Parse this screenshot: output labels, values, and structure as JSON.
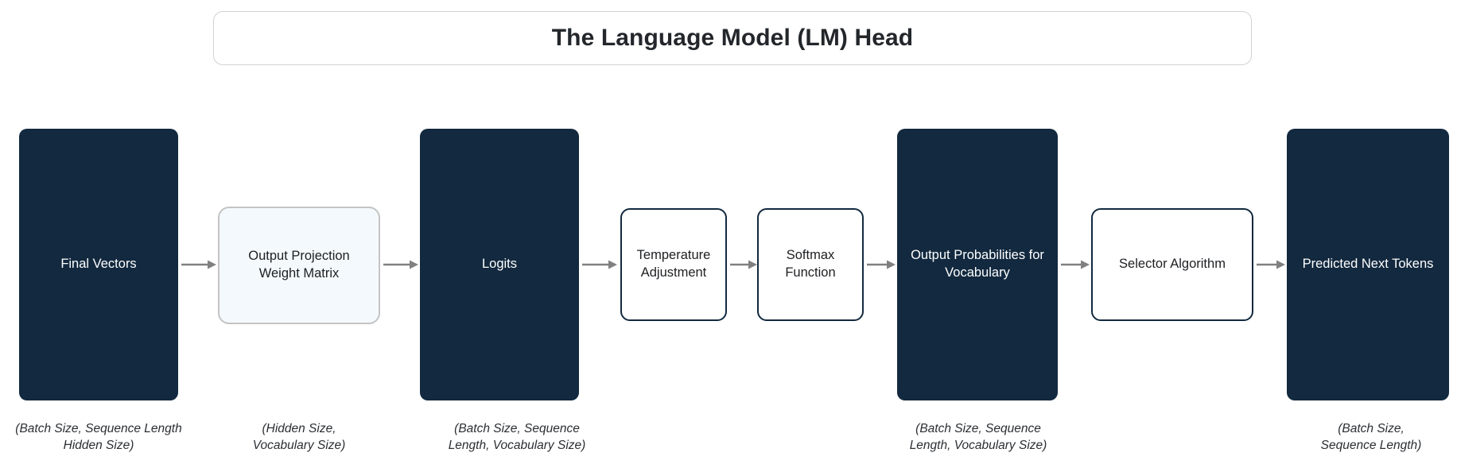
{
  "header": {
    "title": "The Language Model (LM) Head"
  },
  "colors": {
    "data_block_fill": "#12293f",
    "data_block_text": "#ffffff",
    "weights_block_fill": "#f4f9fd",
    "weights_block_border": "#c4c4c4",
    "op_block_fill": "#ffffff",
    "op_block_border": "#12293f",
    "arrow": "#808080",
    "banner_border": "#d2d2d2",
    "caption_text": "#2b2f33"
  },
  "diagram": {
    "type": "pipeline-flow",
    "direction": "left-to-right",
    "nodes": [
      {
        "id": "final-vectors",
        "label": "Final Vectors",
        "kind": "data",
        "caption": "(Batch Size, Sequence Length\nHidden Size)"
      },
      {
        "id": "output-projection-weight-matrix",
        "label": "Output Projection\nWeight Matrix",
        "kind": "weights",
        "caption": "(Hidden Size,\nVocabulary Size)"
      },
      {
        "id": "logits",
        "label": "Logits",
        "kind": "data",
        "caption": "(Batch Size, Sequence\nLength, Vocabulary Size)"
      },
      {
        "id": "temperature-adjustment",
        "label": "Temperature\nAdjustment",
        "kind": "op",
        "caption": ""
      },
      {
        "id": "softmax-function",
        "label": "Softmax\nFunction",
        "kind": "op",
        "caption": ""
      },
      {
        "id": "output-probabilities-for-vocabulary",
        "label": "Output Probabilities for\nVocabulary",
        "kind": "data",
        "caption": "(Batch Size, Sequence\nLength, Vocabulary Size)"
      },
      {
        "id": "selector-algorithm",
        "label": "Selector Algorithm",
        "kind": "op",
        "caption": ""
      },
      {
        "id": "predicted-next-tokens",
        "label": "Predicted Next\nTokens",
        "kind": "data",
        "caption": "(Batch Size,\nSequence Length)"
      }
    ],
    "edges": [
      {
        "from": "final-vectors",
        "to": "output-projection-weight-matrix"
      },
      {
        "from": "output-projection-weight-matrix",
        "to": "logits"
      },
      {
        "from": "logits",
        "to": "temperature-adjustment"
      },
      {
        "from": "temperature-adjustment",
        "to": "softmax-function"
      },
      {
        "from": "softmax-function",
        "to": "output-probabilities-for-vocabulary"
      },
      {
        "from": "output-probabilities-for-vocabulary",
        "to": "selector-algorithm"
      },
      {
        "from": "selector-algorithm",
        "to": "predicted-next-tokens"
      }
    ]
  }
}
